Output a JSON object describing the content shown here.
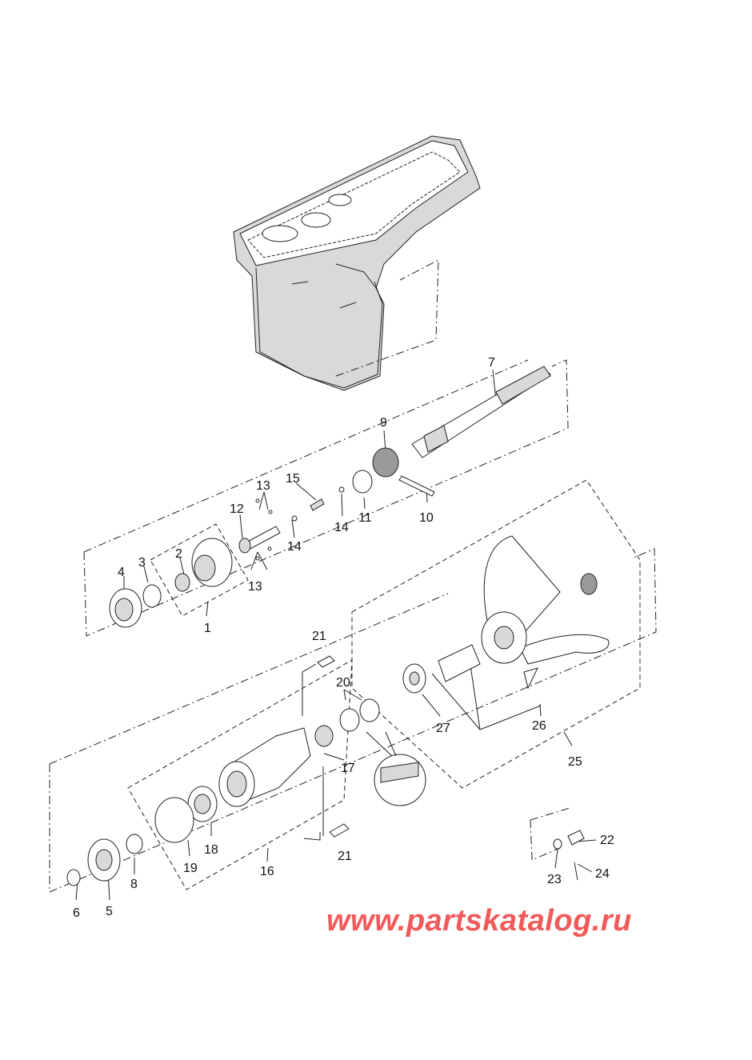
{
  "labels": [
    "1",
    "2",
    "3",
    "4",
    "5",
    "6",
    "7",
    "8",
    "9",
    "10",
    "11",
    "12",
    "13",
    "13",
    "14",
    "14",
    "15",
    "16",
    "17",
    "18",
    "19",
    "20",
    "21",
    "21",
    "22",
    "23",
    "24",
    "25",
    "26",
    "27"
  ],
  "watermark": "www.partskatalog.ru"
}
